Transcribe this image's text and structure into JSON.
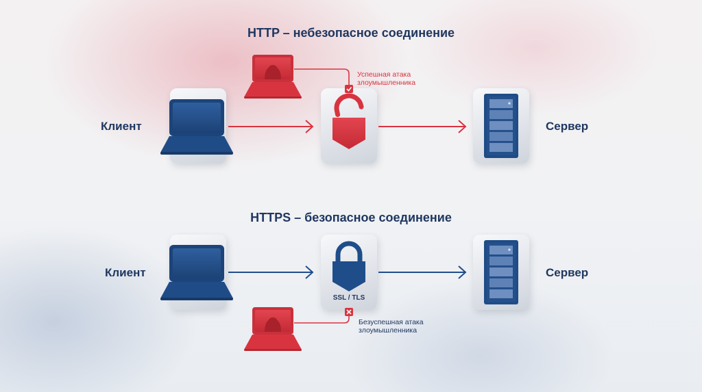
{
  "http_section": {
    "title": "HTTP – небезопасное соединение",
    "client_label": "Клиент",
    "server_label": "Сервер",
    "attack_note_line1": "Успешная атака",
    "attack_note_line2": "злоумышленника",
    "color": "#d8343f"
  },
  "https_section": {
    "title": "HTTPS – безопасное соединение",
    "client_label": "Клиент",
    "server_label": "Сервер",
    "protocol_label": "SSL / TLS",
    "attack_note_line1": "Безуспешная атака",
    "attack_note_line2": "злоумышленника",
    "color": "#1f4d8a"
  },
  "icons": [
    "laptop-icon",
    "hacker-laptop-icon",
    "open-padlock-icon",
    "closed-padlock-icon",
    "server-icon",
    "check-icon",
    "cross-icon"
  ]
}
